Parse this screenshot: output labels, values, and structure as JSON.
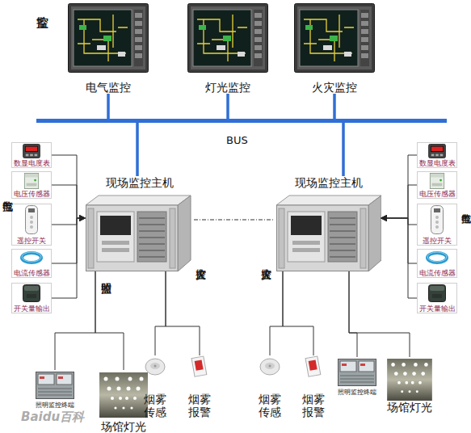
{
  "diagram": {
    "nodes": [
      {
        "text": [
          "电气监控"
        ]
      },
      {
        "text": [
          "灯光监控"
        ]
      },
      {
        "text": [
          "火灾监控"
        ]
      },
      {
        "text": [
          "BUS"
        ]
      },
      {
        "text": [
          "现场监控主机"
        ]
      },
      {
        "text": [
          "现场监控主机"
        ]
      },
      {
        "text": [
          "数显电度表"
        ]
      },
      {
        "text": [
          "电压传感器"
        ]
      },
      {
        "text": [
          "遥控开关"
        ]
      },
      {
        "text": [
          "电流传感器"
        ]
      },
      {
        "text": [
          "开关量输出"
        ]
      },
      {
        "text": [
          "数显电度表"
        ]
      },
      {
        "text": [
          "电压传感器"
        ]
      },
      {
        "text": [
          "遥控开关"
        ]
      },
      {
        "text": [
          "电流传感器"
        ]
      },
      {
        "text": [
          "开关量输出"
        ]
      },
      {
        "text": [
          "照明监控终端"
        ]
      },
      {
        "text": [
          "场馆灯光"
        ]
      },
      {
        "text": [
          "烟雾 传感"
        ]
      },
      {
        "text": [
          "烟雾 报警"
        ]
      },
      {
        "text": [
          "烟雾 传感"
        ]
      },
      {
        "text": [
          "烟雾 报警"
        ]
      },
      {
        "text": [
          "照明监控终端"
        ]
      },
      {
        "text": [
          "场馆灯光"
        ]
      }
    ],
    "edges": [
      {
        "from": 0,
        "to": 3,
        "arrow": "none"
      },
      {
        "from": 1,
        "to": 3,
        "arrow": "none"
      },
      {
        "from": 2,
        "to": 3,
        "arrow": "none"
      },
      {
        "from": 3,
        "to": 4,
        "arrow": "none"
      },
      {
        "from": 3,
        "to": 5,
        "arrow": "none"
      },
      {
        "from": 6,
        "to": 4,
        "arrow": "to"
      },
      {
        "from": 7,
        "to": 4,
        "arrow": "to"
      },
      {
        "from": 8,
        "to": 4,
        "arrow": "to"
      },
      {
        "from": 9,
        "to": 4,
        "arrow": "to"
      },
      {
        "from": 10,
        "to": 4,
        "arrow": "to"
      },
      {
        "from": 11,
        "to": 5,
        "arrow": "to"
      },
      {
        "from": 12,
        "to": 5,
        "arrow": "to"
      },
      {
        "from": 13,
        "to": 5,
        "arrow": "to"
      },
      {
        "from": 14,
        "to": 5,
        "arrow": "to"
      },
      {
        "from": 15,
        "to": 5,
        "arrow": "to"
      },
      {
        "from": 4,
        "to": 16,
        "label": "照明监控",
        "arrow": "none"
      },
      {
        "from": 4,
        "to": 17,
        "arrow": "none"
      },
      {
        "from": 4,
        "to": 18,
        "label": "火灾监控",
        "arrow": "none"
      },
      {
        "from": 4,
        "to": 19,
        "arrow": "none"
      },
      {
        "from": 5,
        "to": 20,
        "label": "火灾监控",
        "arrow": "none"
      },
      {
        "from": 5,
        "to": 21,
        "arrow": "none"
      },
      {
        "from": 5,
        "to": 22,
        "arrow": "none"
      },
      {
        "from": 5,
        "to": 23,
        "arrow": "none"
      }
    ],
    "labels": [
      "监控室",
      "电气监控",
      "电气监控",
      "Baidu百科"
    ]
  }
}
